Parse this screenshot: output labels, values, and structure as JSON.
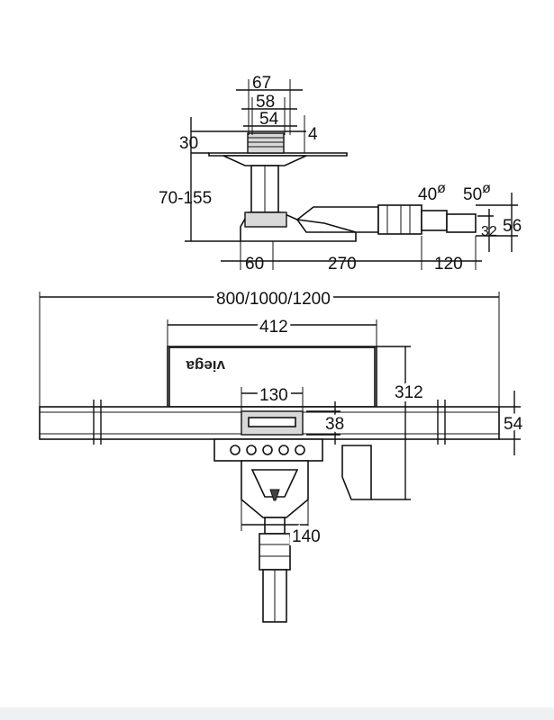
{
  "top_view": {
    "dims": {
      "w67": "67",
      "w58": "58",
      "w54": "54",
      "h4": "4",
      "h30": "30",
      "h70_155": "70-155",
      "d40": "40",
      "d50": "50",
      "h56": "56",
      "h32": "32",
      "l60": "60",
      "l270": "270",
      "l120": "120"
    },
    "diameter_symbol": "ø"
  },
  "front_view": {
    "dims": {
      "length": "800/1000/1200",
      "w412": "412",
      "h312": "312",
      "w130": "130",
      "h38": "38",
      "h54": "54",
      "w140": "140"
    },
    "logo": "viega"
  }
}
